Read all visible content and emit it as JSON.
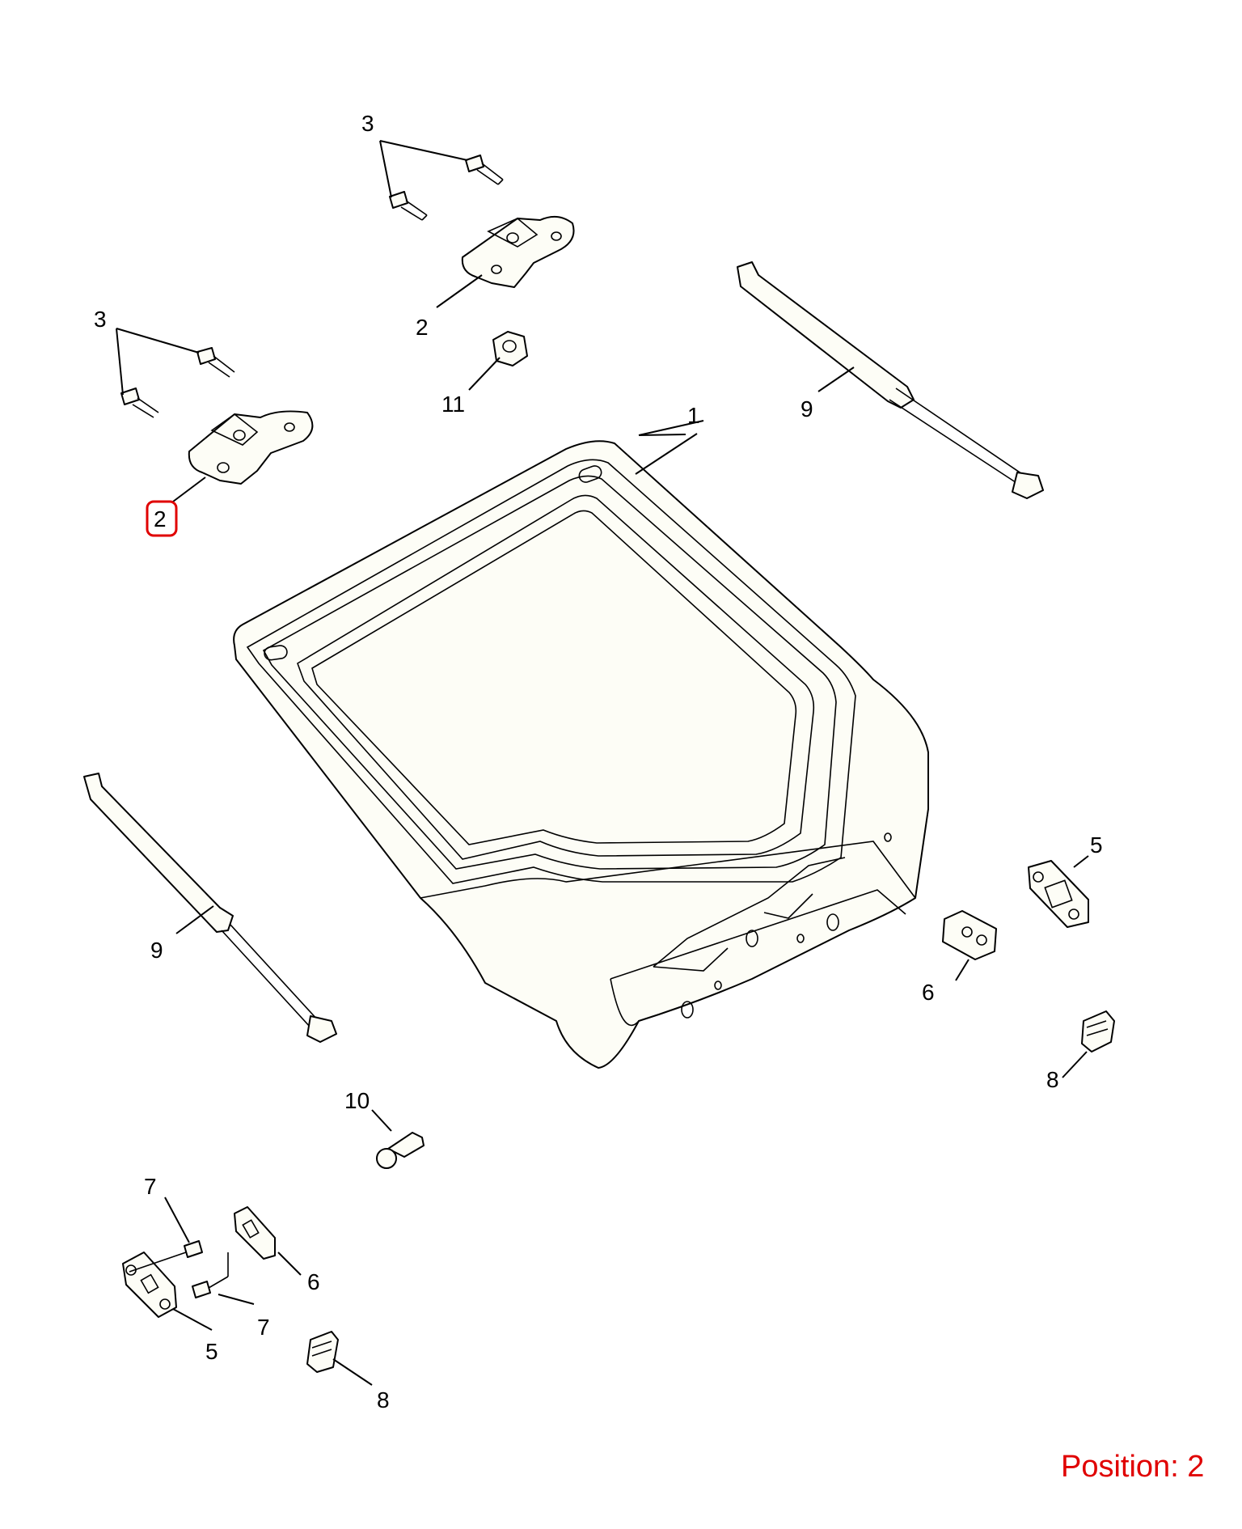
{
  "diagram": {
    "highlight_color": "#e00000",
    "line_color": "#000000",
    "part_fill": "#fdfdf6",
    "highlighted_label": "2",
    "labels": {
      "tailgate": "1",
      "hinge_upper": "2",
      "hinge_lower": "2",
      "bolt_upper": "3",
      "bolt_lower": "3",
      "striker_right": "5",
      "striker_left": "5",
      "bumper_right": "6",
      "bumper_left": "6",
      "bolt7_upper": "7",
      "bolt7_lower": "7",
      "stop_right": "8",
      "stop_left": "8",
      "strut_right": "9",
      "strut_left": "9",
      "clip": "10",
      "nut": "11"
    },
    "position_text": "Position: 2"
  }
}
